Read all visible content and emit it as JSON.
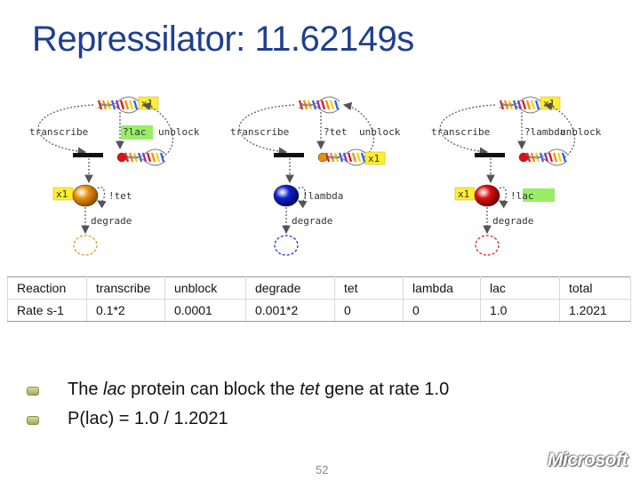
{
  "title": "Repressilator: 11.62149s",
  "diagram": {
    "units": [
      {
        "transcribe_label": "transcribe",
        "unblock_label": "unblock",
        "guard_label": "?lac",
        "guard_highlighted": true,
        "mult_top": "x1",
        "mult_bottom": "",
        "mult_protein": "x1",
        "protein_label": "!tet",
        "protein_label_highlighted": false,
        "degrade_label": "degrade",
        "protein_color": "#e8900f"
      },
      {
        "transcribe_label": "transcribe",
        "unblock_label": "unblock",
        "guard_label": "?tet",
        "guard_highlighted": false,
        "mult_top": "",
        "mult_bottom": "x1",
        "mult_protein": "",
        "protein_label": "!lambda",
        "protein_label_highlighted": false,
        "degrade_label": "degrade",
        "protein_color": "#1020d0"
      },
      {
        "transcribe_label": "transcribe",
        "unblock_label": "unblock",
        "guard_label": "?lambda",
        "guard_highlighted": false,
        "mult_top": "x1",
        "mult_bottom": "",
        "mult_protein": "x1",
        "protein_label": "!lac",
        "protein_label_highlighted": true,
        "degrade_label": "degrade",
        "protein_color": "#e01010"
      }
    ]
  },
  "table": {
    "rows": [
      [
        "Reaction",
        "transcribe",
        "unblock",
        "degrade",
        "tet",
        "lambda",
        "lac",
        "total"
      ],
      [
        "Rate s-1",
        "0.1*2",
        "0.0001",
        "0.001*2",
        "0",
        "0",
        "1.0",
        "1.2021"
      ]
    ]
  },
  "bullets": [
    {
      "pre": "The ",
      "em": "lac",
      "mid": " protein can block the ",
      "em2": "tet",
      "post": " gene at rate 1.0"
    },
    {
      "pre": "P(lac) = 1.0 / 1.2021",
      "em": "",
      "mid": "",
      "em2": "",
      "post": ""
    }
  ],
  "page_number": "52",
  "brand": "Microsoft",
  "colors": {
    "title": "#1f3f8f",
    "label_highlight": "#99ee66",
    "multiplicity_box": "#ffee33",
    "unblocked_gene_marker": "#e01010",
    "blocked_gene_marker": "#e8900f"
  }
}
